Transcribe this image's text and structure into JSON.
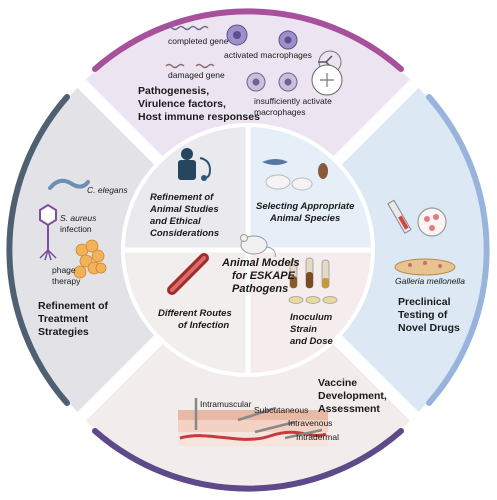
{
  "center": {
    "title_lines": [
      "Animal Models",
      "for ESKAPE",
      "Pathogens"
    ]
  },
  "inner": {
    "refinement_lines": [
      "Refinement of",
      "Animal Studies",
      "and Ethical",
      "Considerations"
    ],
    "selecting_lines": [
      "Selecting Appropriate",
      "Animal Species"
    ],
    "routes_lines": [
      "Different Routes",
      "of Infection"
    ],
    "inoculum_lines": [
      "Inoculum",
      "Strain",
      "and Dose"
    ]
  },
  "top": {
    "completed_gene": "completed gene",
    "activated_macrophages": "activated macrophages",
    "damaged_gene": "damaged gene",
    "heading_lines": [
      "Pathogenesis,",
      "Virulence factors,",
      "Host immune responses"
    ],
    "insufficient_lines": [
      "insufficiently activate",
      "macrophages"
    ]
  },
  "left": {
    "c_elegans": "C. elegans",
    "s_aureus_lines": [
      "S. aureus",
      "infection"
    ],
    "phage_lines": [
      "phage",
      "therapy"
    ],
    "heading_lines": [
      "Refinement of",
      "Treatment",
      "Strategies"
    ]
  },
  "right": {
    "galleria": "Galleria mellonella",
    "heading_lines": [
      "Preclinical",
      "Testing of",
      "Novel Drugs"
    ]
  },
  "bottom": {
    "heading_lines": [
      "Vaccine",
      "Development,",
      "Assessment"
    ],
    "intramuscular": "Intramuscular",
    "subcutaneous": "Subcutaneous",
    "intravenous": "Intravenous",
    "intradermal": "Intradermal"
  },
  "colors": {
    "top_sector": "#ece4f1",
    "left_sector": "#e3e3e7",
    "right_sector": "#dde8f5",
    "bottom_sector": "#f2ecec",
    "inner_tl": "#e9e9ee",
    "inner_tr": "#e6eef7",
    "inner_bl": "#f3eeee",
    "inner_br": "#f5eded",
    "top_arc": "#a7519c",
    "left_arc": "#4e6071",
    "right_arc": "#98b4dd",
    "bottom_arc": "#5e4a8a"
  }
}
